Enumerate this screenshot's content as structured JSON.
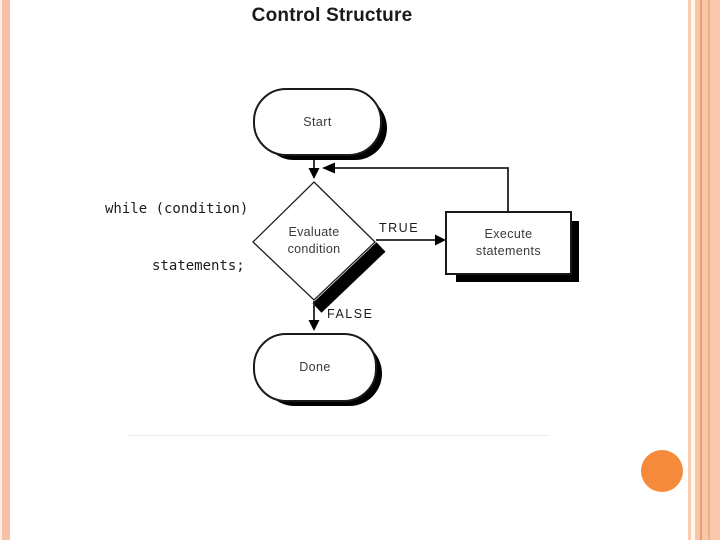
{
  "slide": {
    "title": "Control Structure"
  },
  "code": {
    "line1": "while (condition)",
    "line2": "statements;"
  },
  "flowchart": {
    "start": {
      "label": "Start"
    },
    "decision": {
      "line1": "Evaluate",
      "line2": "condition"
    },
    "true_branch": {
      "label": "TRUE"
    },
    "execute": {
      "line1": "Execute",
      "line2": "statements"
    },
    "false_branch": {
      "label": "FALSE"
    },
    "done": {
      "label": "Done"
    }
  },
  "colors": {
    "title_text": "#1a1a1a",
    "stripe_salmon": "#f6c2a6",
    "stripe_cream": "#fdf7ee",
    "stripe_accent_dark": "#e89e6f",
    "bullet_circle": "#f68a3b",
    "divider": "#ececec",
    "node_border": "#1a1a1a",
    "node_shadow": "#000000"
  }
}
